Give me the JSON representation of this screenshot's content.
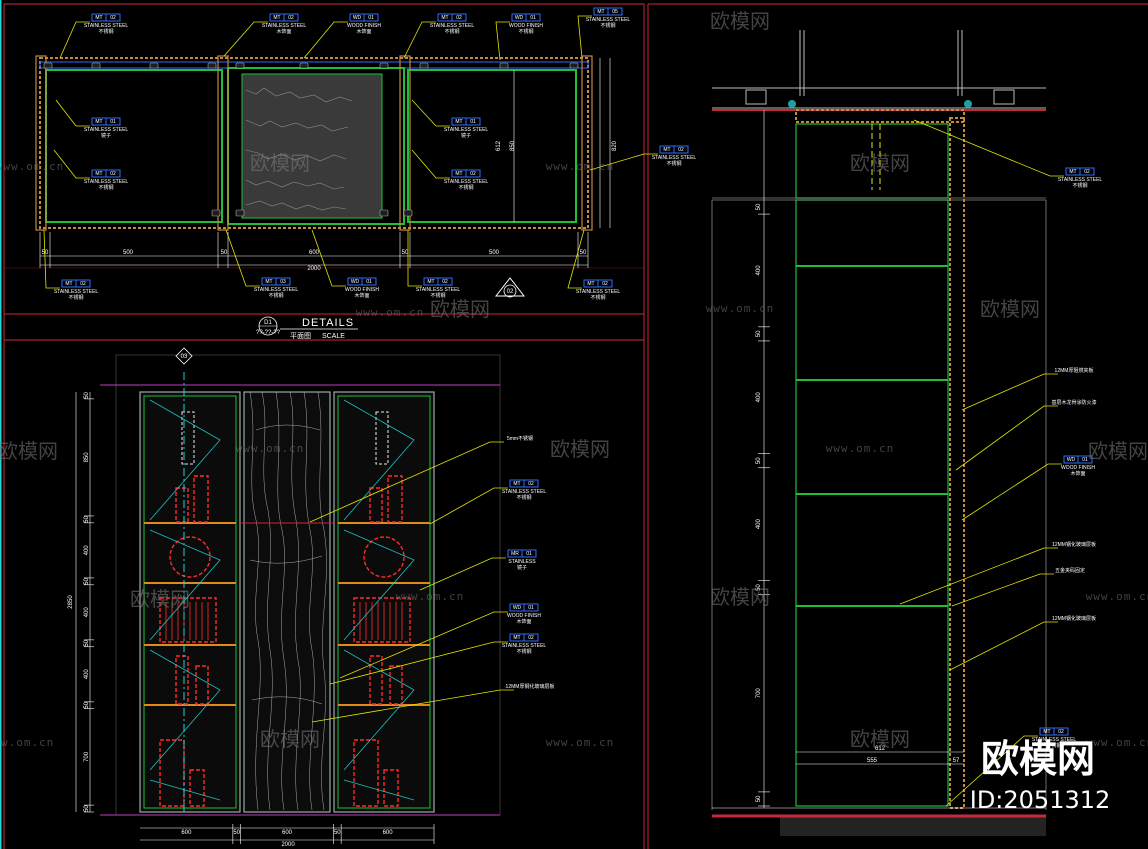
{
  "detail_title": "DETAILS",
  "detail_subtitle": "平面图",
  "detail_scale": "SCALE",
  "detail_ref_top": "D1",
  "detail_ref_bottom": "??-??-??",
  "section_marker": "02",
  "elev_marker": "03",
  "watermark_brand": "欧模网",
  "watermark_url": "www.om.cn",
  "stamp_brand": "欧模网",
  "stamp_id": "ID:2051312",
  "plan_tags": [
    {
      "code": "MT",
      "num": "02",
      "en": "STAINLESS STEEL",
      "cn": "不锈钢"
    },
    {
      "code": "MT",
      "num": "02",
      "en": "STAINLESS STEEL",
      "cn": "木饰面"
    },
    {
      "code": "WD",
      "num": "01",
      "en": "WOOD FINISH",
      "cn": "木饰面"
    },
    {
      "code": "MT",
      "num": "02",
      "en": "STAINLESS STEEL",
      "cn": "不锈钢"
    },
    {
      "code": "WD",
      "num": "01",
      "en": "WOOD FINISH",
      "cn": "不锈钢"
    },
    {
      "code": "MT",
      "num": "05",
      "en": "STAINLESS STEEL",
      "cn": "不锈钢"
    }
  ],
  "plan_inner_tags": [
    {
      "code": "MT",
      "num": "01",
      "en": "STAINLESS STEEL",
      "cn": "镜子"
    },
    {
      "code": "MT",
      "num": "02",
      "en": "STAINLESS STEEL",
      "cn": "不锈钢"
    },
    {
      "code": "MT",
      "num": "01",
      "en": "STAINLESS STEEL",
      "cn": "镜子"
    },
    {
      "code": "MT",
      "num": "02",
      "en": "STAINLESS STEEL",
      "cn": "不锈钢"
    },
    {
      "code": "MT",
      "num": "02",
      "en": "STAINLESS STEEL",
      "cn": "不锈钢"
    }
  ],
  "plan_bottom_tags": [
    {
      "code": "MT",
      "num": "02",
      "en": "STAINLESS STEEL",
      "cn": "不锈钢"
    },
    {
      "code": "MT",
      "num": "03",
      "en": "STAINLESS STEEL",
      "cn": "不锈钢"
    },
    {
      "code": "WD",
      "num": "01",
      "en": "WOOD FINISH",
      "cn": "木饰面"
    },
    {
      "code": "MT",
      "num": "02",
      "en": "STAINLESS STEEL",
      "cn": "不锈钢"
    },
    {
      "code": "MT",
      "num": "02",
      "en": "STAINLESS STEEL",
      "cn": "不锈钢"
    }
  ],
  "plan_dims": {
    "w1": "500",
    "w2": "50",
    "w3": "600",
    "w4": "50",
    "w5": "500",
    "total": "2000",
    "h1": "820",
    "h2": "850",
    "h3": "612"
  },
  "elev_notes": [
    {
      "code": "",
      "num": "",
      "en": "5mm不锈钢",
      "cn": ""
    },
    {
      "code": "MT",
      "num": "02",
      "en": "STAINLESS STEEL",
      "cn": "不锈钢"
    },
    {
      "code": "MR",
      "num": "01",
      "en": "STAINLESS",
      "cn": "镜子"
    },
    {
      "code": "WD",
      "num": "01",
      "en": "WOOD FINISH",
      "cn": "木饰面"
    },
    {
      "code": "MT",
      "num": "02",
      "en": "STAINLESS STEEL",
      "cn": "不锈钢"
    },
    {
      "code": "",
      "num": "",
      "en": "12MM厚钢化玻璃层板",
      "cn": ""
    }
  ],
  "elev_dims_v": [
    "50",
    "850",
    "50",
    "400",
    "50",
    "400",
    "50",
    "400",
    "50",
    "700",
    "50"
  ],
  "elev_total_h": "2850",
  "elev_dims_h": [
    "600",
    "50",
    "600",
    "50",
    "600"
  ],
  "elev_total_w": "2000",
  "section_notes": [
    {
      "code": "MT",
      "num": "02",
      "en": "STAINLESS STEEL",
      "cn": "不锈钢"
    },
    {
      "code": "",
      "num": "",
      "en": "12MM厚阻燃夹板",
      "cn": ""
    },
    {
      "code": "",
      "num": "",
      "en": "基层木龙骨涂防火漆",
      "cn": ""
    },
    {
      "code": "WD",
      "num": "01",
      "en": "WOOD FINISH",
      "cn": "木饰面"
    },
    {
      "code": "",
      "num": "",
      "en": "12MM钢化玻璃层板",
      "cn": ""
    },
    {
      "code": "",
      "num": "",
      "en": "五金夹码固定",
      "cn": ""
    },
    {
      "code": "",
      "num": "",
      "en": "12MM钢化玻璃层板",
      "cn": ""
    },
    {
      "code": "MT",
      "num": "02",
      "en": "STAINLESS STEEL",
      "cn": "不锈钢"
    }
  ],
  "section_dims_v": [
    "50",
    "400",
    "50",
    "400",
    "50",
    "400",
    "50",
    "700",
    "50"
  ],
  "section_dims_h": [
    "555",
    "57"
  ],
  "section_dim_612": "612",
  "colors": {
    "background": "#000000",
    "frame": "#c8283b",
    "panel": "#1fbf3a",
    "leader": "#e6e600",
    "cyan": "#22d3d3",
    "tag": "#2f6bff",
    "shelf": "#e08a18",
    "dash": "#ff2a2a"
  }
}
